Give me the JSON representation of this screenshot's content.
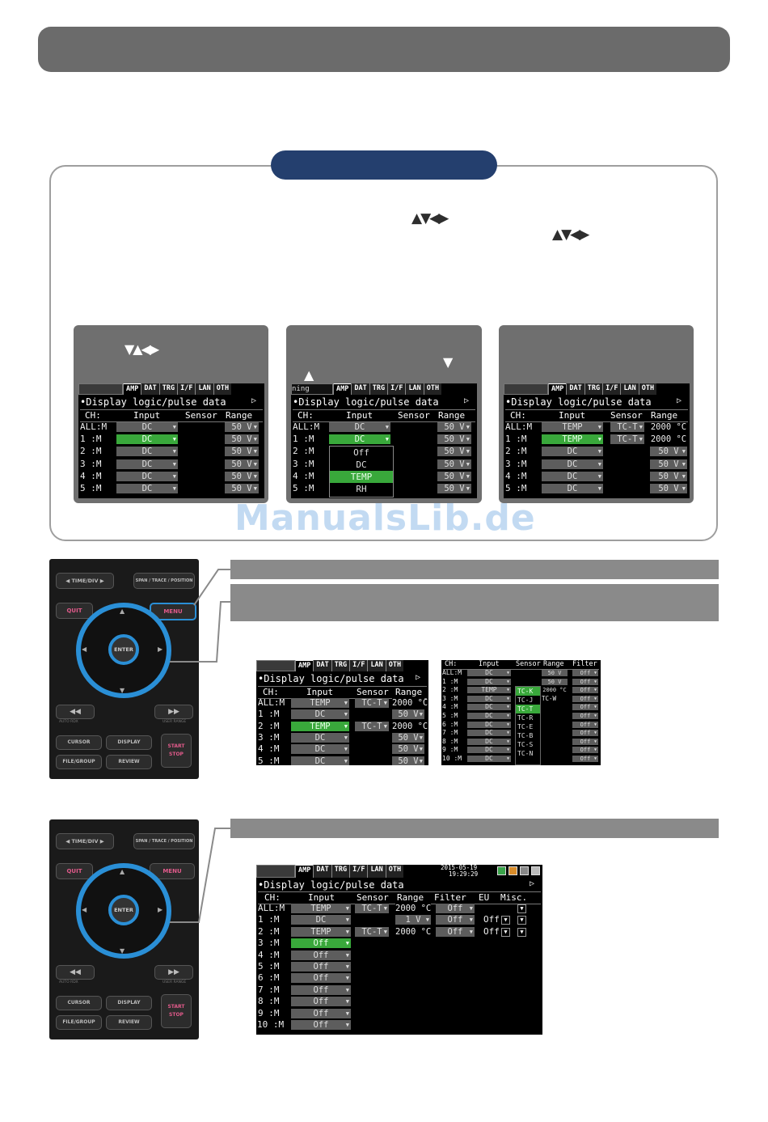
{
  "arrows": {
    "ud_lr": "▲▼◀▶",
    "dulr": "▼▲◀▶",
    "up": "▲",
    "down": "▼"
  },
  "watermark": "ManualsLib.de",
  "screens": {
    "tabs": [
      "AMP",
      "DAT",
      "TRG",
      "I/F",
      "LAN",
      "OTH"
    ],
    "title": "•Display logic/pulse data",
    "next_icon": "▷",
    "cols4": {
      "ch": "CH:",
      "input": "Input",
      "sensor": "Sensor",
      "range": "Range"
    },
    "cols_full": {
      "ch": "CH:",
      "input": "Input",
      "sensor": "Sensor",
      "range": "Range",
      "filter": "Filter",
      "eu": "EU",
      "misc": "Misc."
    },
    "partial_tab": "ning",
    "ch_labels": [
      "ALL:M",
      "1 :M",
      "2 :M",
      "3 :M",
      "4 :M",
      "5 :M",
      "6 :M",
      "7 :M",
      "8 :M",
      "9 :M",
      "10 :M"
    ],
    "s1": {
      "input": [
        "DC",
        "DC",
        "DC",
        "DC",
        "DC",
        "DC"
      ],
      "range": [
        "50 V",
        "50 V",
        "50 V",
        "50 V",
        "50 V",
        "50 V"
      ]
    },
    "s2": {
      "input": [
        "DC",
        "DC"
      ],
      "range": [
        "50 V",
        "50 V",
        "50 V",
        "50 V",
        "50 V",
        "50 V"
      ],
      "popup": [
        "Off",
        "DC",
        "TEMP",
        "RH"
      ]
    },
    "s3": {
      "input": [
        "TEMP",
        "TEMP",
        "DC",
        "DC",
        "DC",
        "DC"
      ],
      "sensor": [
        "TC-T",
        "TC-T"
      ],
      "range": [
        "2000 °C",
        "2000 °C",
        "50 V",
        "50 V",
        "50 V",
        "50 V"
      ]
    },
    "s4": {
      "input": [
        "TEMP",
        "DC",
        "TEMP",
        "DC",
        "DC",
        "DC"
      ],
      "sensor": [
        "TC-T",
        "TC-T"
      ],
      "range": [
        "2000 °C",
        "50 V",
        "2000 °C",
        "50 V",
        "50 V",
        "50 V"
      ]
    },
    "s5": {
      "input": [
        "DC",
        "DC",
        "TEMP",
        "DC",
        "DC",
        "DC",
        "DC",
        "DC",
        "DC",
        "DC",
        "DC"
      ],
      "range": [
        "50 V",
        "50 V",
        "2000 °C"
      ],
      "sensor_sel": "TC-K",
      "sensor_w": "TC-W",
      "sensor_list": [
        "TC-K",
        "TC-J",
        "TC-T",
        "TC-R",
        "TC-E",
        "TC-B",
        "TC-S",
        "TC-N"
      ],
      "filter": [
        "Off",
        "Off",
        "Off",
        "Off",
        "Off",
        "Off",
        "Off",
        "Off",
        "Off",
        "Off",
        "Off"
      ]
    },
    "s6": {
      "date": "2015-05-19",
      "time": "19:29:29",
      "input": [
        "TEMP",
        "DC",
        "TEMP",
        "Off",
        "Off",
        "Off",
        "Off",
        "Off",
        "Off",
        "Off",
        "Off"
      ],
      "sensor": [
        "TC-T",
        "",
        "TC-T"
      ],
      "range": [
        "2000 °C",
        "1 V",
        "2000 °C"
      ],
      "filter": [
        "Off",
        "Off",
        "Off"
      ],
      "eu": [
        "",
        "Off",
        "Off"
      ]
    }
  },
  "remote": {
    "time_div": "◀ TIME/DIV ▶",
    "span": "SPAN / TRACE / POSITION",
    "quit": "QUIT",
    "menu": "MENU",
    "enter": "ENTER",
    "rew": "◀◀",
    "ff": "▶▶",
    "auto_rdx": "AUTO RDX",
    "user_range": "USER RANGE",
    "cursor": "CURSOR",
    "display": "DISPLAY",
    "file_group": "FILE/GROUP",
    "review": "REVIEW",
    "start_stop": "START STOP"
  },
  "colors": {
    "accent_blue": "#2a8fd6",
    "pill": "#243f6e",
    "highlight_green": "#39a83b",
    "title_bar": "#6b6b6b"
  }
}
